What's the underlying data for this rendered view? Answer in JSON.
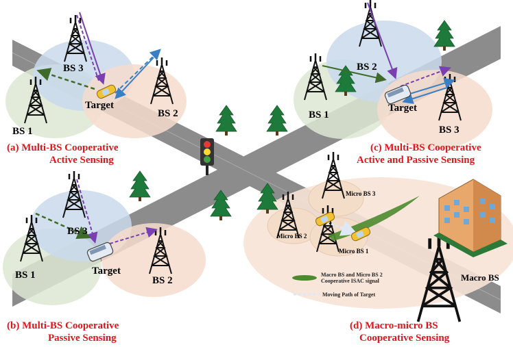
{
  "panels": {
    "a": {
      "caption_line1": "(a)  Multi-BS Cooperative",
      "caption_line2": "Active Sensing",
      "bs1": "BS 1",
      "bs2": "BS 2",
      "bs3": "BS 3",
      "target": "Target"
    },
    "b": {
      "caption_line1": "(b) Multi-BS Cooperative",
      "caption_line2": "Passive Sensing",
      "bs1": "BS 1",
      "bs2": "BS 2",
      "bs3": "BS 3",
      "target": "Target"
    },
    "c": {
      "caption_line1": "(c) Multi-BS Cooperative",
      "caption_line2": "Active and Passive Sensing",
      "bs1": "BS 1",
      "bs2": "BS 2",
      "bs3": "BS 3",
      "target": "Target"
    },
    "d": {
      "caption_line1": "(d) Macro-micro BS",
      "caption_line2": "Cooperative Sensing",
      "micro1": "Micro BS 1",
      "micro2": "Micro BS 2",
      "micro3": "Micro BS 3",
      "macro": "Macro BS",
      "legend_signal_line1": "Macro BS and Micro BS 2",
      "legend_signal_line2": "Cooperative ISAC signal",
      "legend_path": "Moving Path of Target"
    }
  },
  "colors": {
    "caption": "#e0151b",
    "road": "#8c8c8c",
    "blue_circle": "#c9d9ec",
    "green_circle": "#dde8d3",
    "peach_circle": "#f6dccd",
    "tree": "#1e7a3a",
    "purple_arrow": "#7a3fb0",
    "green_arrow": "#3f6b2a",
    "blue_arrow": "#3a7fc4"
  }
}
